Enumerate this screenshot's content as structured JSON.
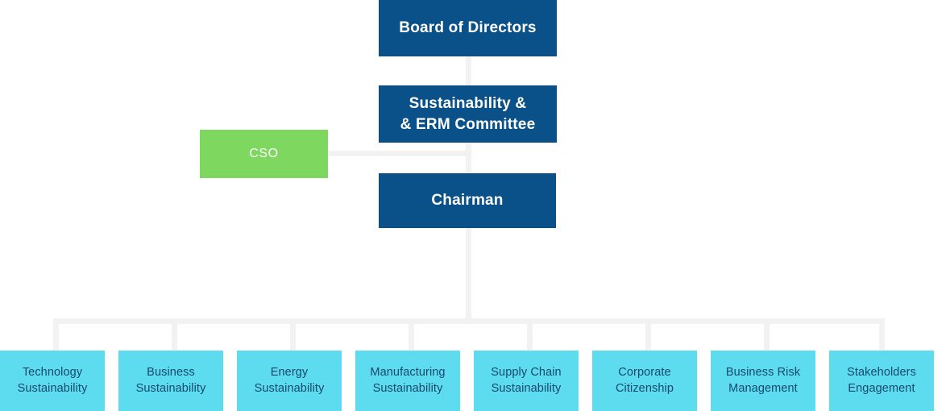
{
  "diagram": {
    "title": "Sustainability Governance Organization Chart",
    "colors": {
      "navy": "#0a5189",
      "green": "#7ed860",
      "cyan": "#5edcef",
      "unit_text": "#15496e",
      "connector": "#f2f2f2",
      "background": "#ffffff"
    }
  },
  "nodes": {
    "board": {
      "label": "Board of Directors"
    },
    "committee": {
      "label": "Sustainability &\n& ERM Committee"
    },
    "cso": {
      "label": "CSO"
    },
    "chairman": {
      "label": "Chairman"
    }
  },
  "units": [
    {
      "label": "Technology\nSustainability"
    },
    {
      "label": "Business\nSustainability"
    },
    {
      "label": "Energy\nSustainability"
    },
    {
      "label": "Manufacturing\nSustainability"
    },
    {
      "label": "Supply Chain\nSustainability"
    },
    {
      "label": "Corporate\nCitizenship"
    },
    {
      "label": "Business Risk\nManagement"
    },
    {
      "label": "Stakeholders\nEngagement"
    }
  ]
}
